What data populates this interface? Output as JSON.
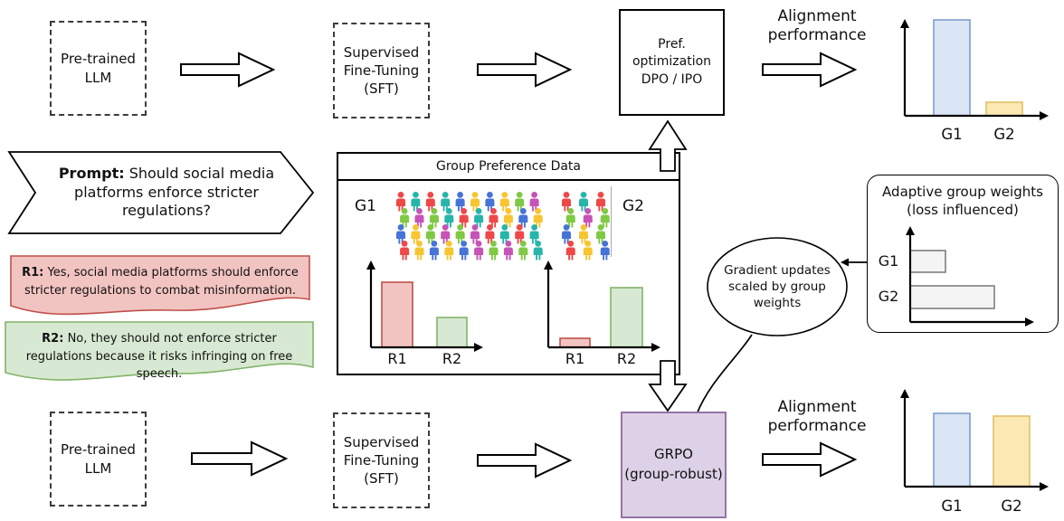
{
  "colors": {
    "blue_fill": "#dae5f5",
    "blue_stroke": "#7e9fcc",
    "yellow_fill": "#fbe8b2",
    "yellow_stroke": "#e0c169",
    "red_fill": "#f2c4c1",
    "red_stroke": "#bf504c",
    "green_fill": "#d7e9d2",
    "green_stroke": "#84b36a",
    "purple_fill": "#ddd1e7",
    "purple_stroke": "#9673a6",
    "gray_fill": "#f4f4f4",
    "gray_stroke": "#7f7f7f",
    "line": "#000000"
  },
  "top_flow": {
    "pretrained_label": "Pre-trained\nLLM",
    "sft_label": "Supervised\nFine-Tuning\n(SFT)",
    "pref_opt_label": "Pref.\noptimization\nDPO / IPO",
    "alignment_label": "Alignment\nperformance"
  },
  "bottom_flow": {
    "pretrained_label": "Pre-trained\nLLM",
    "sft_label": "Supervised\nFine-Tuning\n(SFT)",
    "grpo_label": "GRPO\n(group-robust)",
    "alignment_label": "Alignment\nperformance"
  },
  "prompt": {
    "prefix": "Prompt:",
    "text": " Should social media platforms enforce stricter regulations?"
  },
  "responses": {
    "r1": {
      "prefix": "R1:",
      "text": " Yes, social media platforms should enforce stricter regulations to combat misinformation."
    },
    "r2": {
      "prefix": "R2:",
      "text": " No, they should not enforce stricter regulations because it risks infringing on free speech."
    }
  },
  "group_preference_data": {
    "title": "Group Preference Data",
    "g1_label": "G1",
    "g2_label": "G2"
  },
  "gradient_ellipse": {
    "text": "Gradient updates\nscaled by group\nweights"
  },
  "adaptive_weights": {
    "title": "Adaptive group weights\n(loss influenced)"
  },
  "chart_data": [
    {
      "id": "dpo_alignment",
      "type": "bar",
      "categories": [
        "G1",
        "G2"
      ],
      "values": [
        0.95,
        0.13
      ],
      "bar_colors": [
        "blue",
        "yellow"
      ]
    },
    {
      "id": "g1_preferences",
      "type": "bar",
      "categories": [
        "R1",
        "R2"
      ],
      "values": [
        0.78,
        0.36
      ],
      "bar_colors": [
        "red",
        "green"
      ]
    },
    {
      "id": "g2_preferences",
      "type": "bar",
      "categories": [
        "R1",
        "R2"
      ],
      "values": [
        0.11,
        0.72
      ],
      "bar_colors": [
        "red",
        "green"
      ]
    },
    {
      "id": "adaptive_group_weights",
      "type": "bar",
      "orientation": "horizontal",
      "categories": [
        "G1",
        "G2"
      ],
      "values": [
        0.29,
        0.69
      ],
      "bar_colors": [
        "gray",
        "gray"
      ]
    },
    {
      "id": "grpo_alignment",
      "type": "bar",
      "categories": [
        "G1",
        "G2"
      ],
      "values": [
        0.72,
        0.7
      ],
      "bar_colors": [
        "blue",
        "yellow"
      ]
    }
  ],
  "people_palette": [
    "#ef4848",
    "#f58231",
    "#f7c52f",
    "#dce24b",
    "#7fc945",
    "#30b65c",
    "#27b5ab",
    "#3aa9e6",
    "#4673d6",
    "#8f62d2",
    "#c653b6",
    "#ee5b86"
  ]
}
